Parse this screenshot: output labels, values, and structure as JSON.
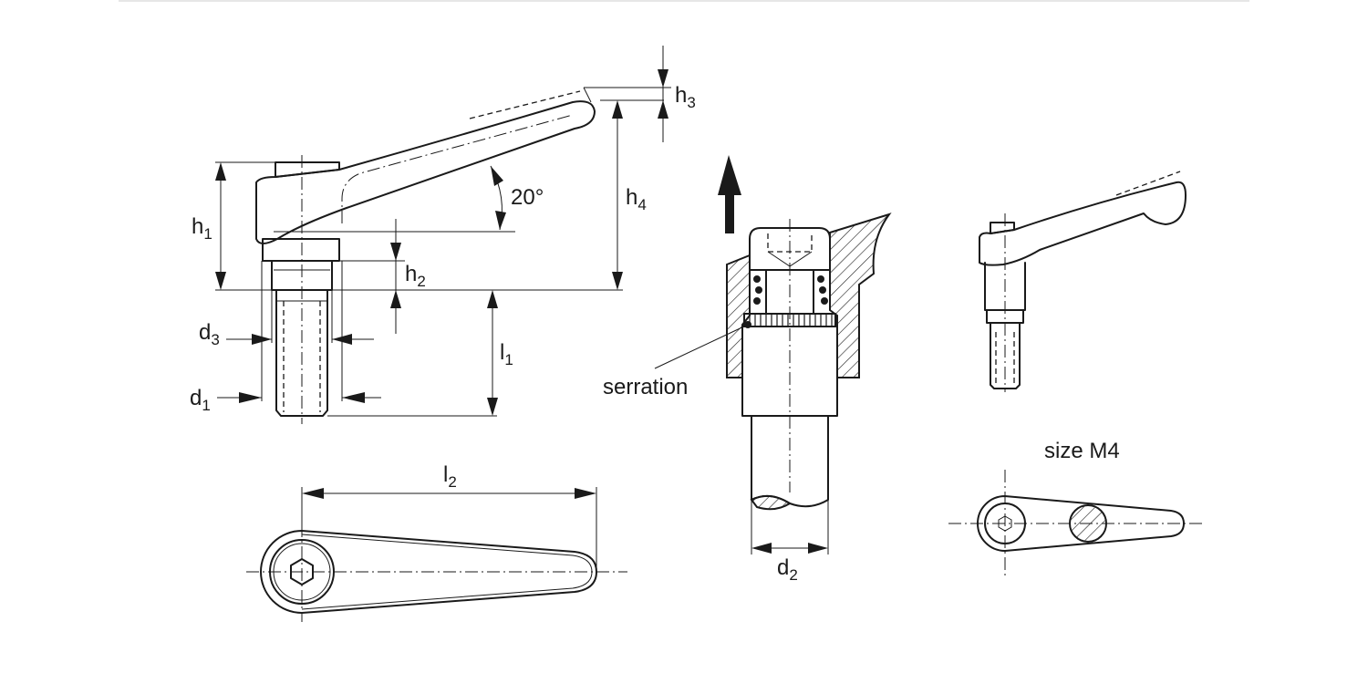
{
  "labels": {
    "h1": {
      "main": "h",
      "sub": "1"
    },
    "h2": {
      "main": "h",
      "sub": "2"
    },
    "h3": {
      "main": "h",
      "sub": "3"
    },
    "h4": {
      "main": "h",
      "sub": "4"
    },
    "d1": {
      "main": "d",
      "sub": "1"
    },
    "d2": {
      "main": "d",
      "sub": "2"
    },
    "d3": {
      "main": "d",
      "sub": "3"
    },
    "l1": {
      "main": "l",
      "sub": "1"
    },
    "l2": {
      "main": "l",
      "sub": "2"
    },
    "angle": "20°",
    "serration": "serration",
    "size": "size M4"
  },
  "colors": {
    "line": "#1a1a1a",
    "background": "#ffffff"
  }
}
